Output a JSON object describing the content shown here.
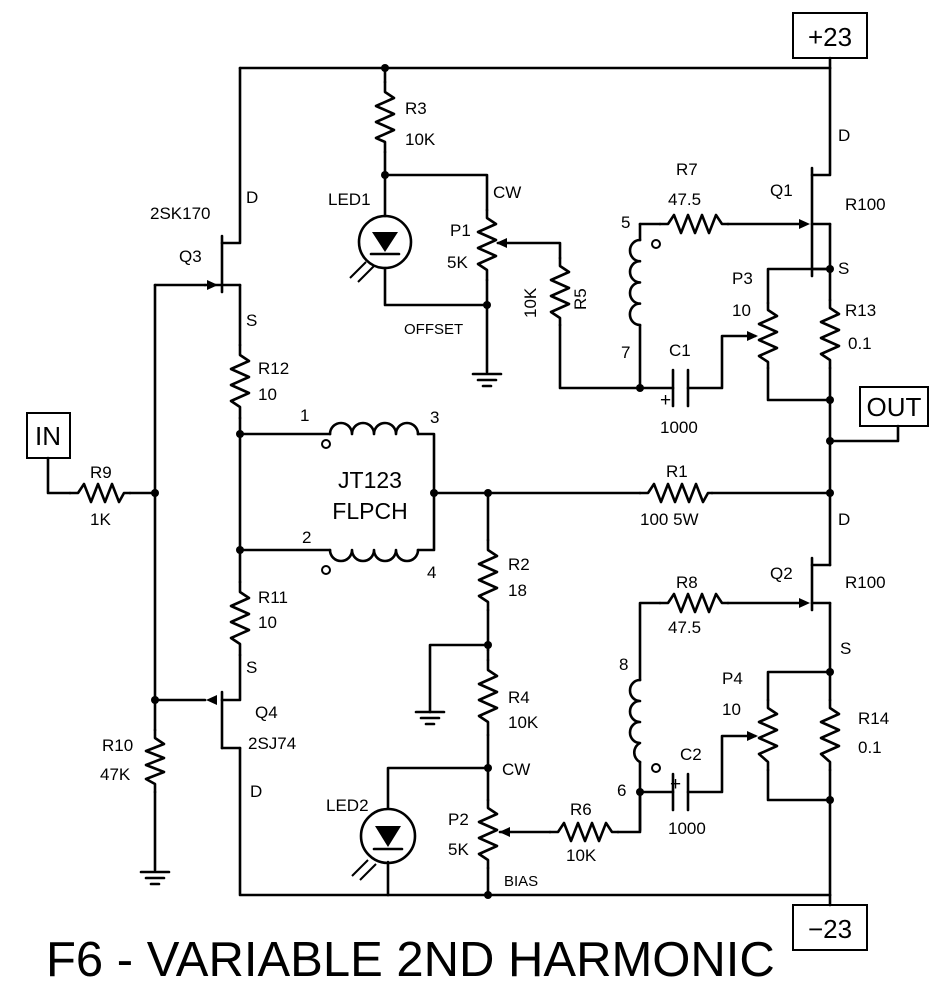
{
  "title": "F6 - VARIABLE 2ND HARMONIC",
  "terminals": {
    "pos_supply": "+23",
    "neg_supply": "−23",
    "input": "IN",
    "output": "OUT"
  },
  "transformer": {
    "line1": "JT123",
    "line2": "FLPCH",
    "pin1": "1",
    "pin2": "2",
    "pin3": "3",
    "pin4": "4"
  },
  "q1": {
    "ref": "Q1",
    "part": "R100",
    "d": "D",
    "s": "S"
  },
  "q2": {
    "ref": "Q2",
    "part": "R100",
    "d": "D",
    "s": "S"
  },
  "q3": {
    "ref": "Q3",
    "part": "2SK170",
    "d": "D",
    "s": "S"
  },
  "q4": {
    "ref": "Q4",
    "part": "2SJ74",
    "d": "D",
    "s": "S"
  },
  "r1": {
    "ref": "R1",
    "value": "100 5W"
  },
  "r2": {
    "ref": "R2",
    "value": "18"
  },
  "r3": {
    "ref": "R3",
    "value": "10K"
  },
  "r4": {
    "ref": "R4",
    "value": "10K"
  },
  "r5": {
    "ref": "R5",
    "value": "10K"
  },
  "r6": {
    "ref": "R6",
    "value": "10K"
  },
  "r7": {
    "ref": "R7",
    "value": "47.5"
  },
  "r8": {
    "ref": "R8",
    "value": "47.5"
  },
  "r9": {
    "ref": "R9",
    "value": "1K"
  },
  "r10": {
    "ref": "R10",
    "value": "47K"
  },
  "r11": {
    "ref": "R11",
    "value": "10"
  },
  "r12": {
    "ref": "R12",
    "value": "10"
  },
  "r13": {
    "ref": "R13",
    "value": "0.1"
  },
  "r14": {
    "ref": "R14",
    "value": "0.1"
  },
  "p1": {
    "ref": "P1",
    "value": "5K",
    "cw": "CW",
    "note": "OFFSET"
  },
  "p2": {
    "ref": "P2",
    "value": "5K",
    "cw": "CW",
    "note": "BIAS"
  },
  "p3": {
    "ref": "P3",
    "value": "10"
  },
  "p4": {
    "ref": "P4",
    "value": "10"
  },
  "c1": {
    "ref": "C1",
    "value": "1000",
    "plus": "+"
  },
  "c2": {
    "ref": "C2",
    "value": "1000",
    "plus": "+"
  },
  "led1": {
    "ref": "LED1"
  },
  "led2": {
    "ref": "LED2"
  },
  "coil1": {
    "pin_a": "5",
    "pin_b": "7"
  },
  "coil2": {
    "pin_a": "8",
    "pin_b": "6"
  }
}
